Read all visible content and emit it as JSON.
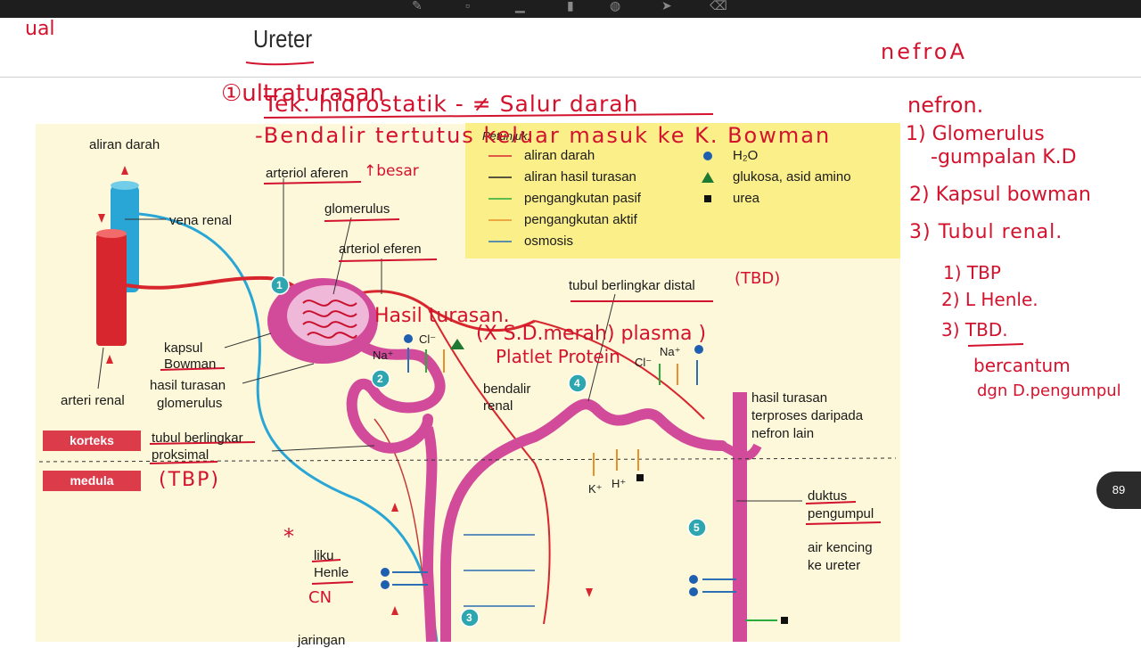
{
  "slide_header": {
    "ureter_label": "Ureter",
    "hw_top_left": "ual",
    "hw_nefron_title": "nefroA"
  },
  "figure": {
    "labels": {
      "aliran_darah": "aliran darah",
      "vena_renal": "vena renal",
      "arteri_renal": "arteri renal",
      "arteriol_aferen": "arteriol aferen",
      "glomerulus": "glomerulus",
      "arteriol_eferen": "arteriol eferen",
      "kapsul": "kapsul",
      "bowman": "Bowman",
      "hasil_turasan": "hasil turasan",
      "glomerulus2": "glomerulus",
      "tubul_proksimal_1": "tubul berlingkar",
      "tubul_proksimal_2": "proksimal",
      "tubul_distal": "tubul berlingkar distal",
      "bendalir": "bendalir",
      "renal": "renal",
      "hasil_terproses_1": "hasil turasan",
      "hasil_terproses_2": "terproses daripada",
      "hasil_terproses_3": "nefron lain",
      "duktus": "duktus",
      "pengumpul": "pengumpul",
      "air_kencing_1": "air kencing",
      "air_kencing_2": "ke ureter",
      "liku": "liku",
      "henle": "Henle",
      "jaringan": "jaringan",
      "korteks": "korteks",
      "medula": "medula",
      "na1": "Na⁺",
      "cl1": "Cl⁻",
      "na2": "Na⁺",
      "cl2": "Cl⁻",
      "k": "K⁺",
      "h": "H⁺"
    },
    "step_numbers": [
      "1",
      "2",
      "3",
      "4",
      "5"
    ],
    "legend": {
      "title": "Petunjuk:",
      "items": [
        {
          "label": "aliran darah",
          "color": "#d8262f"
        },
        {
          "label": "aliran hasil turasan",
          "color": "#222222"
        },
        {
          "label": "pengangkutan pasif",
          "color": "#2bab3b"
        },
        {
          "label": "pengangkutan aktif",
          "color": "#e8902a"
        },
        {
          "label": "osmosis",
          "color": "#2c6fb5"
        }
      ],
      "symbols": [
        {
          "label": "H₂O",
          "shape": "circle",
          "color": "#1f5fb0"
        },
        {
          "label": "glukosa, asid amino",
          "shape": "triangle",
          "color": "#1e7a32"
        },
        {
          "label": "urea",
          "shape": "square",
          "color": "#111111"
        }
      ]
    }
  },
  "annotations": {
    "ultraturasan": "①ultraturasan",
    "tek_hidrostatik": "Tek. hidrostatik - ≠ Salur darah",
    "bendalir_terturus": "-Bendalir tertutus keluar masuk ke K. Bowman",
    "besar": "↑besar",
    "hasil_turasan": "Hasil turasan.",
    "x_sdmerah": "(X S.D.merah) plasma )",
    "platlet": "Platlet Protein",
    "tbp_paren": "(TBP)",
    "tbd_paren": "(TBD)",
    "cn": "CN",
    "star": "*"
  },
  "notes": {
    "title": "nefron.",
    "l1": "1) Glomerulus",
    "l2": "-gumpalan K.D",
    "l3": "2) Kapsul bowman",
    "l4": "3) Tubul renal.",
    "l5": "1) TBP",
    "l6": "2) L Henle.",
    "l7": "3) TBD.",
    "l8": "bercantum",
    "l9": "dgn D.pengumpul"
  },
  "page_number": "89",
  "colors": {
    "figure_bg": "#fdf8d9",
    "legend_bg": "#fbef8a",
    "tubule": "#d24a9a",
    "artery": "#d8262f",
    "vein": "#2aa6d6",
    "annotation": "#d3132d"
  }
}
